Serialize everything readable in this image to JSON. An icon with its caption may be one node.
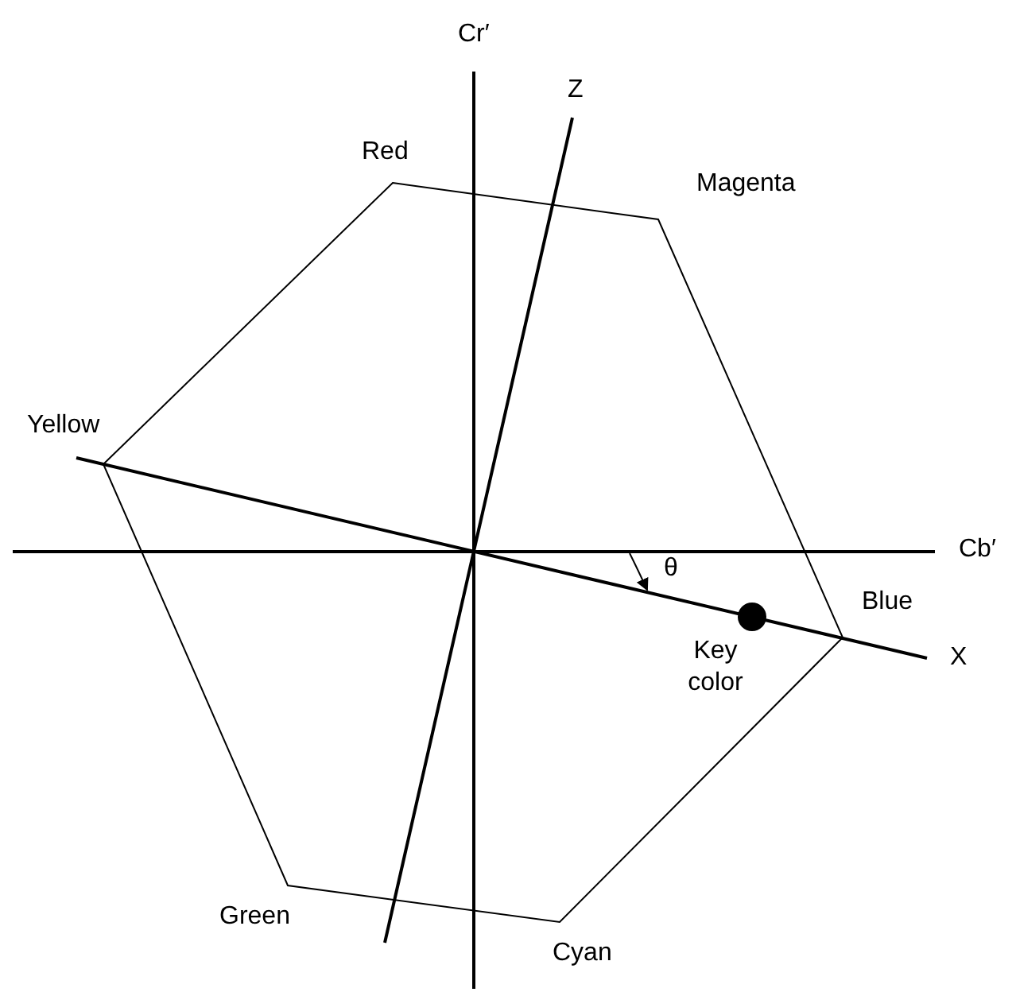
{
  "diagram": {
    "labels": [
      "Cr′",
      "Z",
      "Red",
      "Magenta",
      "Yellow",
      "Cb′",
      "θ",
      "Blue",
      "Key color",
      "X",
      "Green",
      "Cyan"
    ]
  }
}
